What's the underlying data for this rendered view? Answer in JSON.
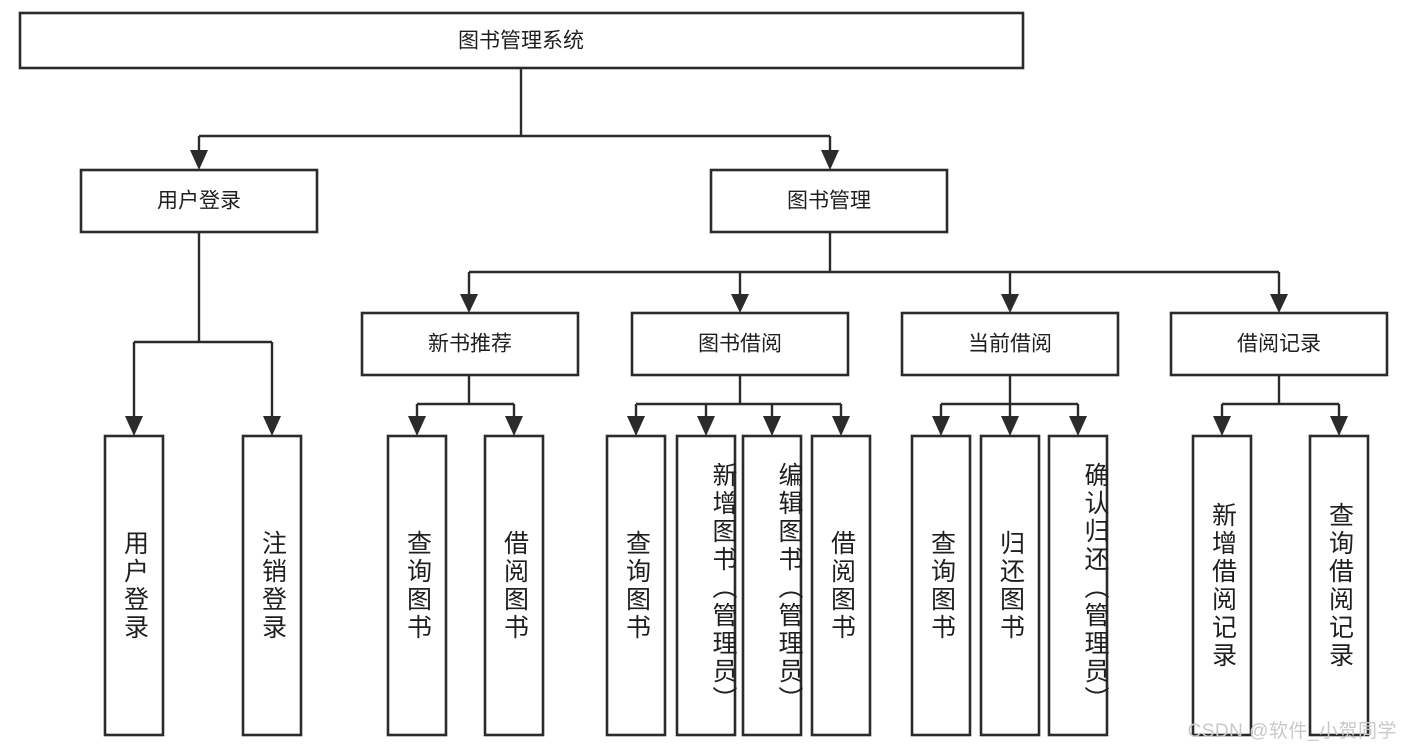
{
  "diagram": {
    "title": "图书管理系统",
    "type": "hierarchy-tree",
    "root": {
      "id": "root",
      "label": "图书管理系统",
      "orientation": "horizontal"
    },
    "level1": [
      {
        "id": "user-login",
        "label": "用户登录",
        "orientation": "horizontal"
      },
      {
        "id": "book-management",
        "label": "图书管理",
        "orientation": "horizontal"
      }
    ],
    "level2": [
      {
        "id": "new-book-recommend",
        "label": "新书推荐",
        "parent": "book-management",
        "orientation": "horizontal"
      },
      {
        "id": "book-borrow",
        "label": "图书借阅",
        "parent": "book-management",
        "orientation": "horizontal"
      },
      {
        "id": "current-borrow",
        "label": "当前借阅",
        "parent": "book-management",
        "orientation": "horizontal"
      },
      {
        "id": "borrow-record",
        "label": "借阅记录",
        "parent": "book-management",
        "orientation": "horizontal"
      }
    ],
    "leaves": [
      {
        "id": "leaf-user-login",
        "label": "用户登录",
        "parent": "user-login",
        "orientation": "vertical"
      },
      {
        "id": "leaf-logout",
        "label": "注销登录",
        "parent": "user-login",
        "orientation": "vertical"
      },
      {
        "id": "leaf-query-book-1",
        "label": "查询图书",
        "parent": "new-book-recommend",
        "orientation": "vertical"
      },
      {
        "id": "leaf-borrow-book-1",
        "label": "借阅图书",
        "parent": "new-book-recommend",
        "orientation": "vertical"
      },
      {
        "id": "leaf-query-book-2",
        "label": "查询图书",
        "parent": "book-borrow",
        "orientation": "vertical"
      },
      {
        "id": "leaf-add-book",
        "label": "新增图书（管理员）",
        "parent": "book-borrow",
        "orientation": "vertical"
      },
      {
        "id": "leaf-edit-book",
        "label": "编辑图书（管理员）",
        "parent": "book-borrow",
        "orientation": "vertical"
      },
      {
        "id": "leaf-borrow-book-2",
        "label": "借阅图书",
        "parent": "book-borrow",
        "orientation": "vertical"
      },
      {
        "id": "leaf-query-book-3",
        "label": "查询图书",
        "parent": "current-borrow",
        "orientation": "vertical"
      },
      {
        "id": "leaf-return-book",
        "label": "归还图书",
        "parent": "current-borrow",
        "orientation": "vertical"
      },
      {
        "id": "leaf-confirm-return",
        "label": "确认归还（管理员）",
        "parent": "current-borrow",
        "orientation": "vertical"
      },
      {
        "id": "leaf-add-record",
        "label": "新增借阅记录",
        "parent": "borrow-record",
        "orientation": "vertical"
      },
      {
        "id": "leaf-query-record",
        "label": "查询借阅记录",
        "parent": "borrow-record",
        "orientation": "vertical"
      }
    ],
    "colors": {
      "stroke": "#2b2b2b",
      "fill": "#ffffff",
      "text": "#1f1f1f",
      "watermark": "#c9c9c9"
    }
  },
  "watermark": {
    "text": "CSDN @软件_小贺同学"
  }
}
